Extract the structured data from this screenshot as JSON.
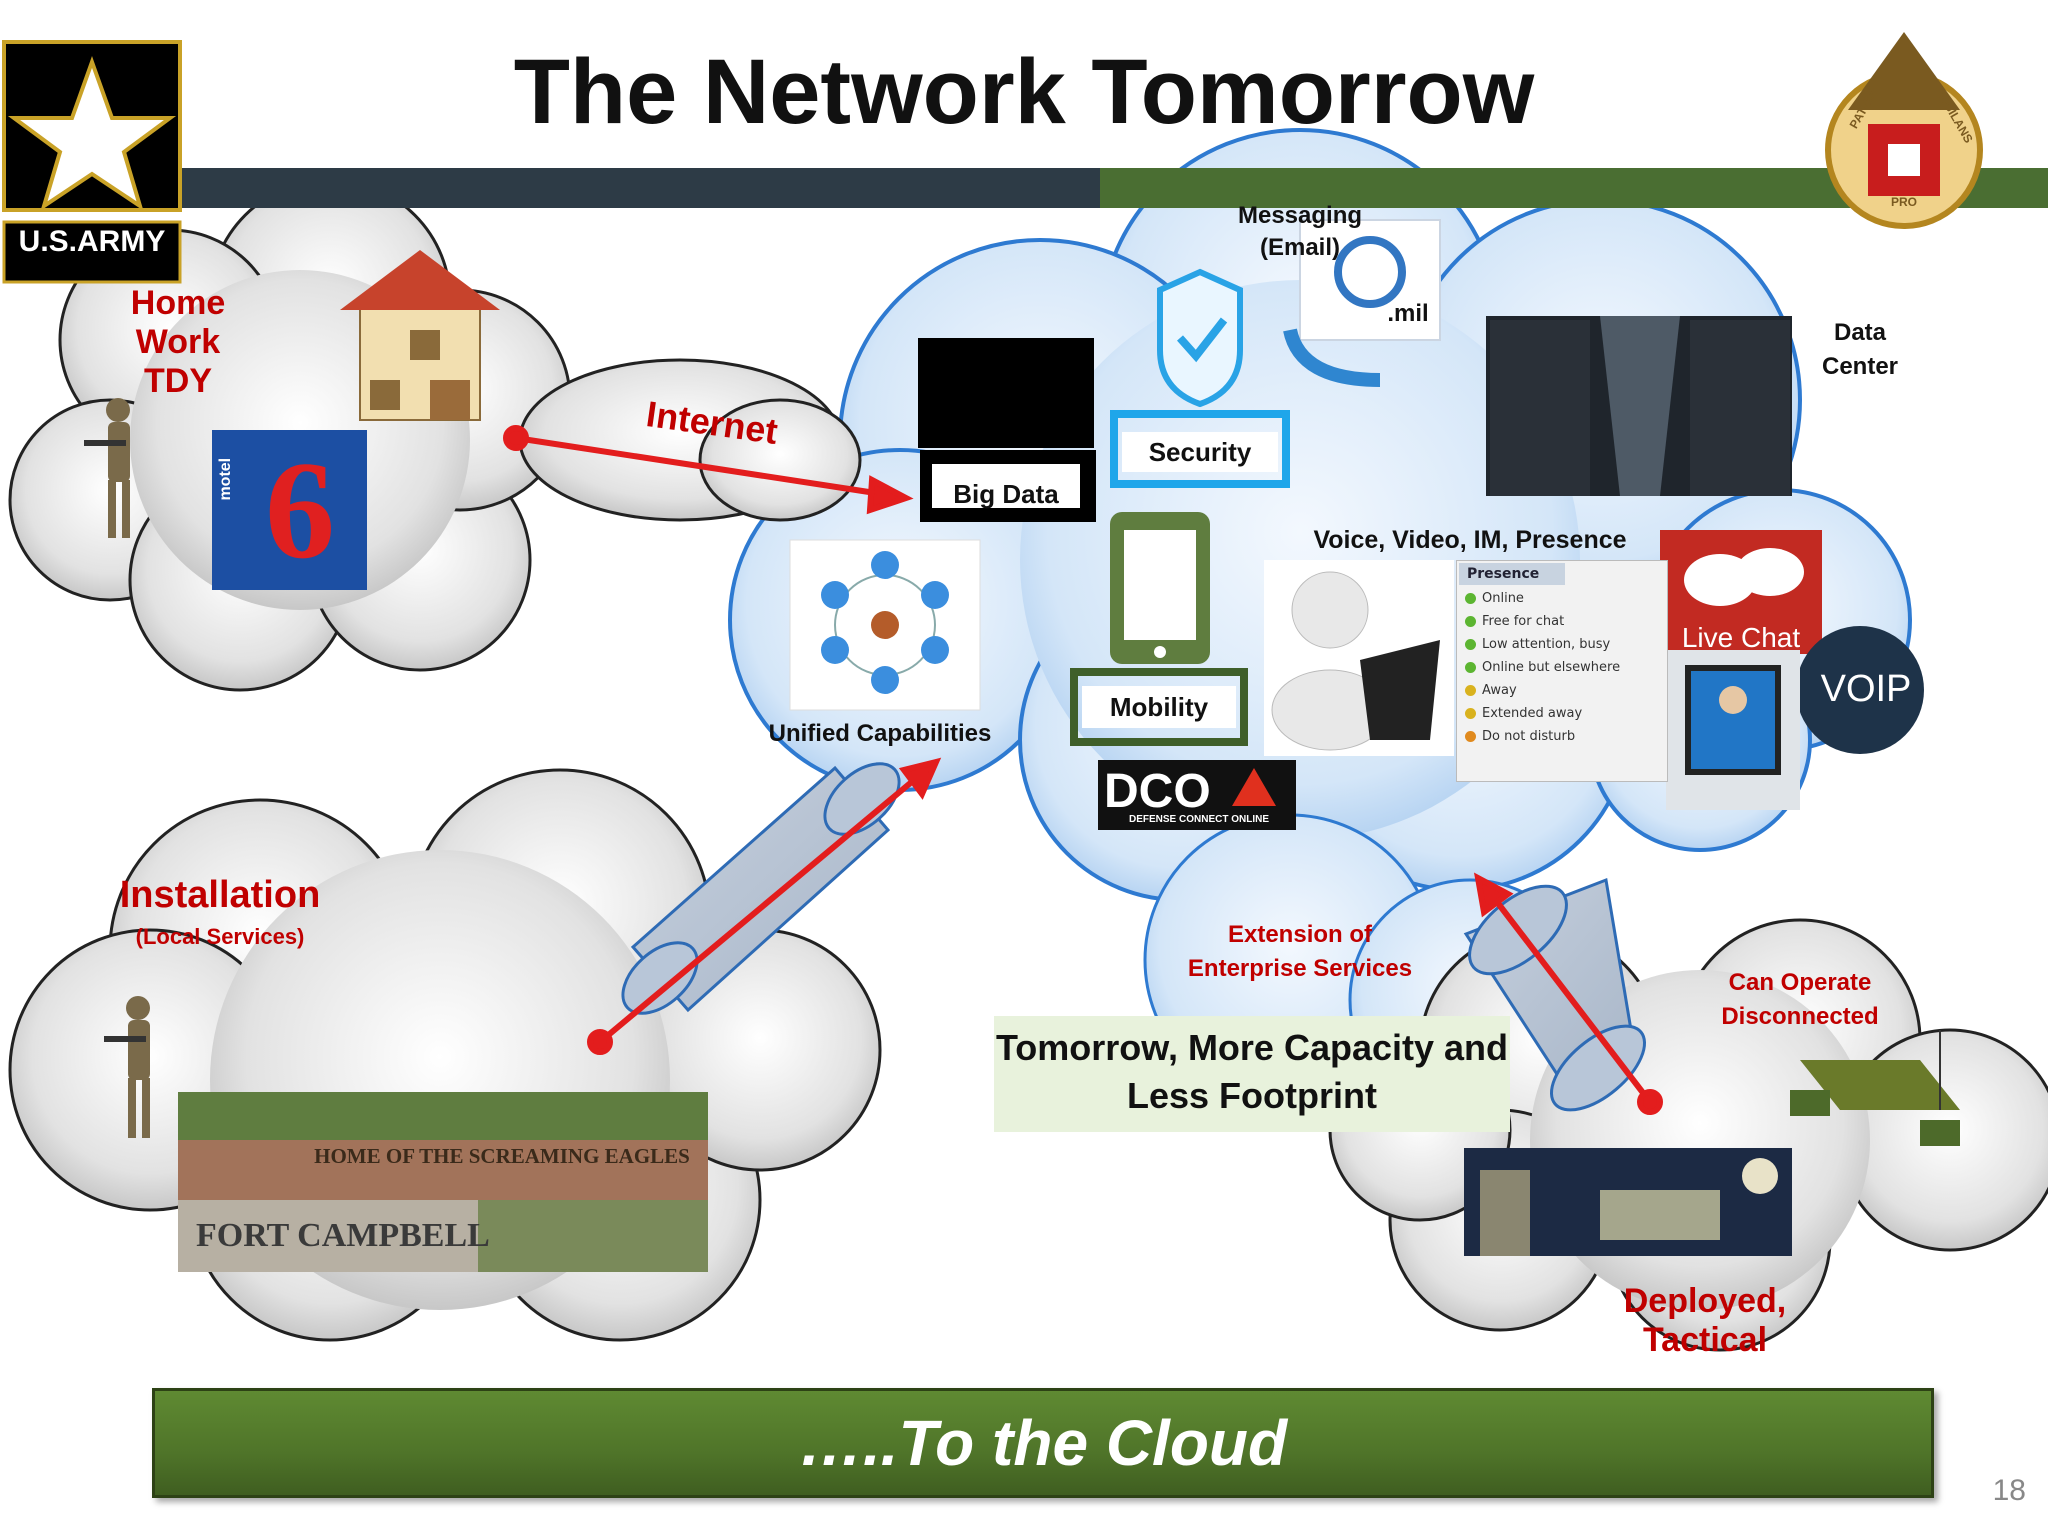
{
  "title": "The Network Tomorrow",
  "logo": {
    "text": "U.S.ARMY"
  },
  "insignia": {
    "motto_left": "PATRIA",
    "motto_center": "PRO",
    "motto_right": "VIGILANS"
  },
  "clouds": {
    "home": {
      "line1": "Home",
      "line2": "Work",
      "line3": "TDY",
      "sign_brand": "motel",
      "sign_number": "6"
    },
    "internet": {
      "label": "Internet"
    },
    "installation": {
      "label": "Installation",
      "sublabel": "(Local Services)",
      "sign_line1": "HOME OF THE SCREAMING EAGLES",
      "sign_line2": "FORT CAMPBELL"
    },
    "deployed": {
      "line1": "Deployed,",
      "line2": "Tactical",
      "disconnected_line1": "Can Operate",
      "disconnected_line2": "Disconnected"
    },
    "extension": {
      "line1": "Extension of",
      "line2": "Enterprise Services"
    }
  },
  "services": {
    "messaging_line1": "Messaging",
    "messaging_line2": "(Email)",
    "mil": ".mil",
    "data_center_line1": "Data",
    "data_center_line2": "Center",
    "security": "Security",
    "big_data": "Big Data",
    "voice": "Voice, Video, IM, Presence",
    "mobility": "Mobility",
    "unified": "Unified Capabilities",
    "dco": "DCO",
    "dco_sub": "DEFENSE CONNECT ONLINE",
    "live_chat": "Live Chat",
    "voip": "VOIP"
  },
  "presence": {
    "header": "Presence",
    "items": [
      "Online",
      "Free for chat",
      "Low attention, busy",
      "Online but elsewhere",
      "Away",
      "Extended away",
      "Do not disturb"
    ],
    "colors": [
      "#5cb531",
      "#5cb531",
      "#5cb531",
      "#5cb531",
      "#d9b21e",
      "#d9b21e",
      "#e08a1e"
    ]
  },
  "tomorrow": {
    "line1": "Tomorrow, More Capacity and",
    "line2": "Less Footprint"
  },
  "banner": "…..To the Cloud",
  "page_number": "18",
  "colors": {
    "arrow": "#e31d1d",
    "red_text": "#c00000",
    "band_dark": "#1a2733",
    "band_green": "#5a8a3a",
    "cloud_blue": "#cfe3f7"
  }
}
